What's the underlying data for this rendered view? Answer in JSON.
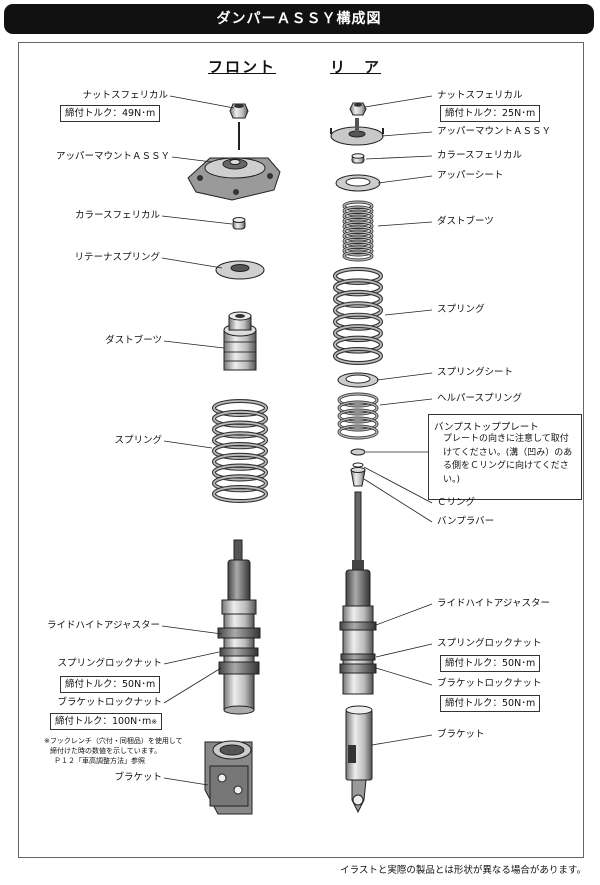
{
  "header": {
    "title": "ダンパーＡＳＳＹ構成図"
  },
  "headings": {
    "front": "フロント",
    "rear": "リ　ア"
  },
  "front": {
    "nut_sphere": "ナットスフェリカル",
    "torque_nut": "締付トルク：49N･m",
    "upper_mount": "アッパーマウントＡＳＳＹ",
    "collar_sphere": "カラースフェリカル",
    "retainer_spring": "リテーナスプリング",
    "dust_boot": "ダストブーツ",
    "spring": "スプリング",
    "ride_height": "ライドハイトアジャスター",
    "spring_lock": "スプリングロックナット",
    "torque_spring_lock": "締付トルク：50N･m",
    "bracket_lock": "ブラケットロックナット",
    "torque_bracket_lock": "締付トルク：100N･m",
    "torque_mark": "※",
    "note_line1": "※フックレンチ（穴付・同梱品）を使用して",
    "note_line2": "締付けた時の数値を示しています。",
    "note_line3": "Ｐ１２「車高調整方法」参照",
    "bracket": "ブラケット"
  },
  "rear": {
    "nut_sphere": "ナットスフェリカル",
    "torque_nut": "締付トルク：25N･m",
    "upper_mount": "アッパーマウントＡＳＳＹ",
    "collar_sphere": "カラースフェリカル",
    "upper_sheet": "アッパーシート",
    "dust_boot": "ダストブーツ",
    "spring": "スプリング",
    "spring_sheet": "スプリングシート",
    "helper_spring": "ヘルパースプリング",
    "bump_plate_title": "バンプストッププレート",
    "bump_plate_note": "プレートの向きに注意して取付けてください。(溝（凹み）のある側をＣリングに向けてください。)",
    "c_ring": "Ｃリング",
    "bump_rubber": "バンプラバー",
    "ride_height": "ライドハイトアジャスター",
    "spring_lock": "スプリングロックナット",
    "torque_spring_lock": "締付トルク：50N･m",
    "bracket_lock": "ブラケットロックナット",
    "torque_bracket_lock": "締付トルク：50N･m",
    "bracket": "ブラケット"
  },
  "footer": "イラストと実際の製品とは形状が異なる場合があります。"
}
